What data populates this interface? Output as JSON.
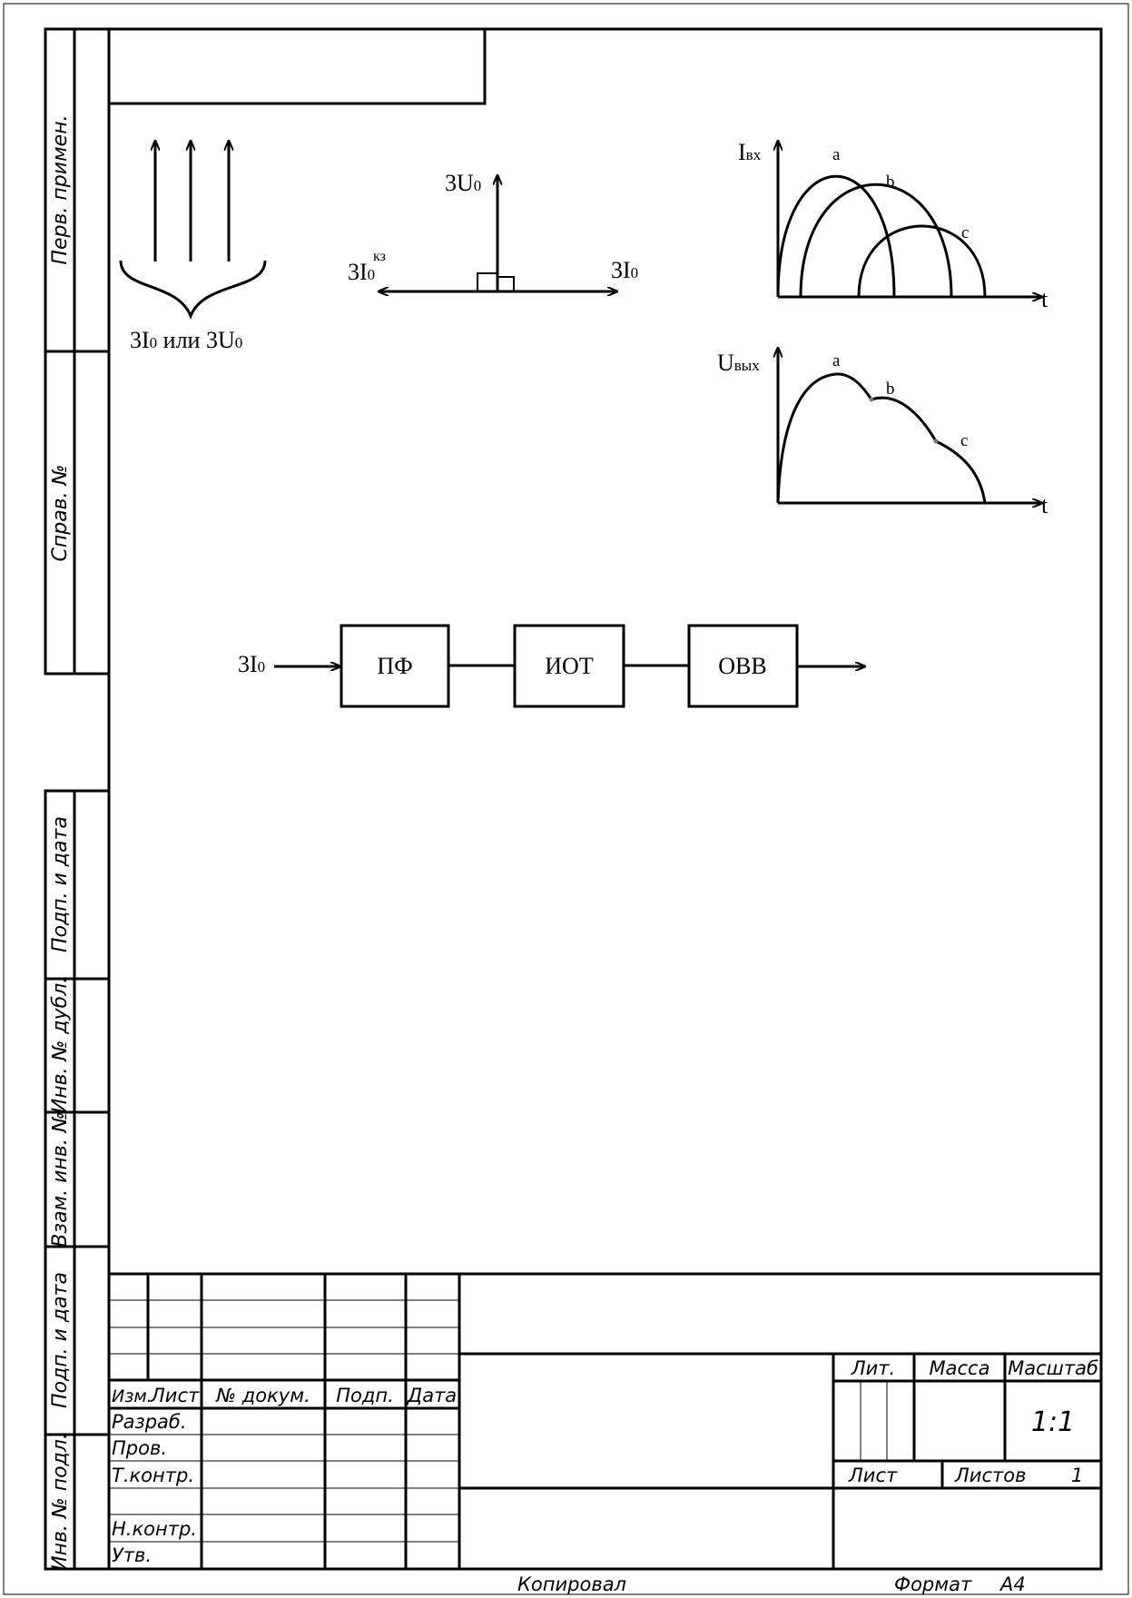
{
  "side_strip": {
    "perv_primen": "Перв. примен.",
    "sprav_no": "Справ. №",
    "podp_data_1": "Подп. и дата",
    "inv_no_dubl": "Инв. № дубл.",
    "vzam_inv_no": "Взам. инв. №",
    "podp_data_2": "Подп. и дата",
    "inv_no_podl": "Инв. № подл."
  },
  "brace_sketch": {
    "caption": "3I",
    "caption_sub": "0",
    "caption_or": " или 3U",
    "caption_sub2": "0"
  },
  "vector_diagram": {
    "u_label": "3U",
    "u_sub": "0",
    "i_label": "3I",
    "i_sub": "0",
    "ikz_label": "3I",
    "ikz_sub": "0",
    "ikz_sup": "кз"
  },
  "input_plot": {
    "ylabel": "I",
    "ylabel_sub": "вх",
    "xlabel": "t",
    "curves": [
      "a",
      "b",
      "c"
    ]
  },
  "output_plot": {
    "ylabel": "U",
    "ylabel_sub": "вых",
    "xlabel": "t",
    "points": [
      "a",
      "b",
      "c"
    ]
  },
  "block_diagram": {
    "input": "3I",
    "input_sub": "0",
    "blocks": [
      "ПФ",
      "ИОТ",
      "ОВВ"
    ]
  },
  "title_block": {
    "izm": "Изм.",
    "list": "Лист",
    "no_dokum": "№ докум.",
    "podp": "Подп.",
    "data": "Дата",
    "razrab": "Разраб.",
    "prov": "Пров.",
    "t_kontr": "Т.контр.",
    "n_kontr": "Н.контр.",
    "utv": "Утв.",
    "lit": "Лит.",
    "massa": "Масса",
    "masshtab": "Масштаб",
    "scale_value": "1:1",
    "list_label": "Лист",
    "listov_label": "Листов",
    "listov_value": "1"
  },
  "footer": {
    "kopiroval": "Копировал",
    "format_label": "Формат",
    "format_value": "A4"
  }
}
